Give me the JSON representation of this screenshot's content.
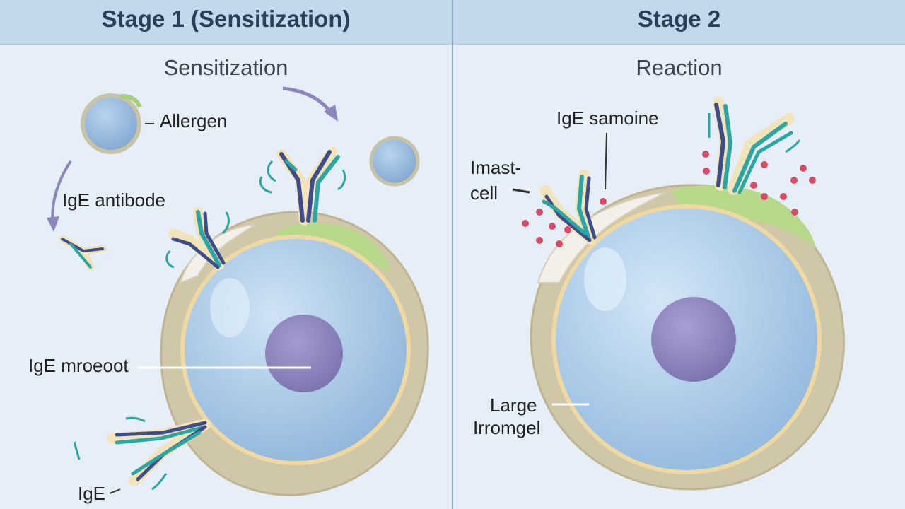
{
  "stage1": {
    "header": "Stage 1 (Sensitization)",
    "subtitle": "Sensitization",
    "labels": {
      "allergen": "Allergen",
      "ige_antibody": "IgE antibode",
      "ige_receptor": "IgE mroeoot",
      "ige": "IgE"
    }
  },
  "stage2": {
    "header": "Stage 2",
    "subtitle": "Reaction",
    "labels": {
      "ige_site": "IgE samoine",
      "mast_cell": [
        "Imast-",
        "cell"
      ],
      "large": [
        "Large",
        "Irromgel"
      ]
    }
  },
  "colors": {
    "header_bg": "#c4d8eb",
    "panel_bg": "#e6eef7",
    "cell_fill": "#a9c9e6",
    "cell_membrane": "#f0d9a0",
    "outer_granular": "#cfc7a8",
    "nucleus": "#8d86bd",
    "antibody_navy": "#3f4c8a",
    "antibody_teal": "#2aa7a3",
    "receptor_green": "#b8d98a",
    "mediator_dots": "#d94a66"
  }
}
